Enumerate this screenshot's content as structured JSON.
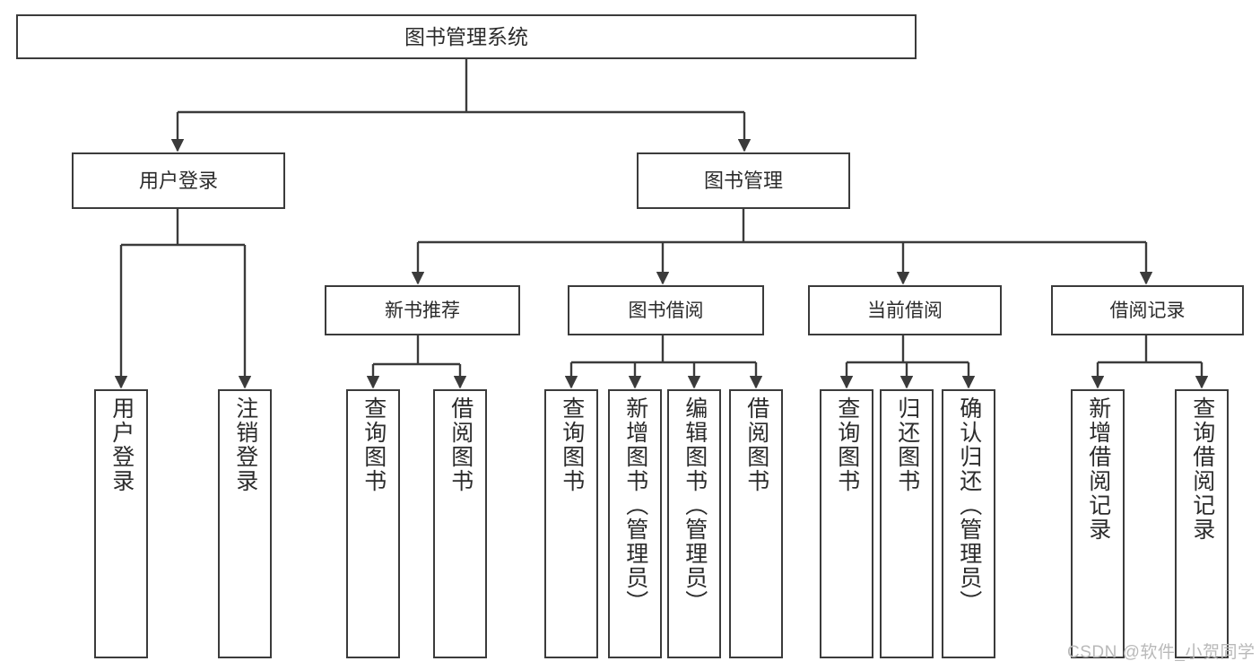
{
  "diagram": {
    "title": "图书管理系统",
    "type": "tree",
    "orientation": "top-down",
    "colors": {
      "background": "#ffffff",
      "box_border": "#3b3b3b",
      "box_fill": "#ffffff",
      "text": "#2b2b2b",
      "connector": "#3b3b3b",
      "watermark": "#b9b9b9"
    },
    "nodes": {
      "root": {
        "label": "图书管理系统"
      },
      "level2": [
        {
          "label": "用户登录"
        },
        {
          "label": "图书管理"
        }
      ],
      "level3": [
        {
          "label": "新书推荐"
        },
        {
          "label": "图书借阅"
        },
        {
          "label": "当前借阅"
        },
        {
          "label": "借阅记录"
        }
      ],
      "leaves": {
        "user_login": [
          {
            "label": "用户登录"
          },
          {
            "label": "注销登录"
          }
        ],
        "new_book_recommend": [
          {
            "label": "查询图书"
          },
          {
            "label": "借阅图书"
          }
        ],
        "book_borrow": [
          {
            "label": "查询图书"
          },
          {
            "label": "新增图书（管理员）"
          },
          {
            "label": "编辑图书（管理员）"
          },
          {
            "label": "借阅图书"
          }
        ],
        "current_borrow": [
          {
            "label": "查询图书"
          },
          {
            "label": "归还图书"
          },
          {
            "label": "确认归还（管理员）"
          }
        ],
        "borrow_record": [
          {
            "label": "新增借阅记录"
          },
          {
            "label": "查询借阅记录"
          }
        ]
      }
    }
  },
  "watermark": {
    "text": "CSDN @软件_小贺同学"
  }
}
